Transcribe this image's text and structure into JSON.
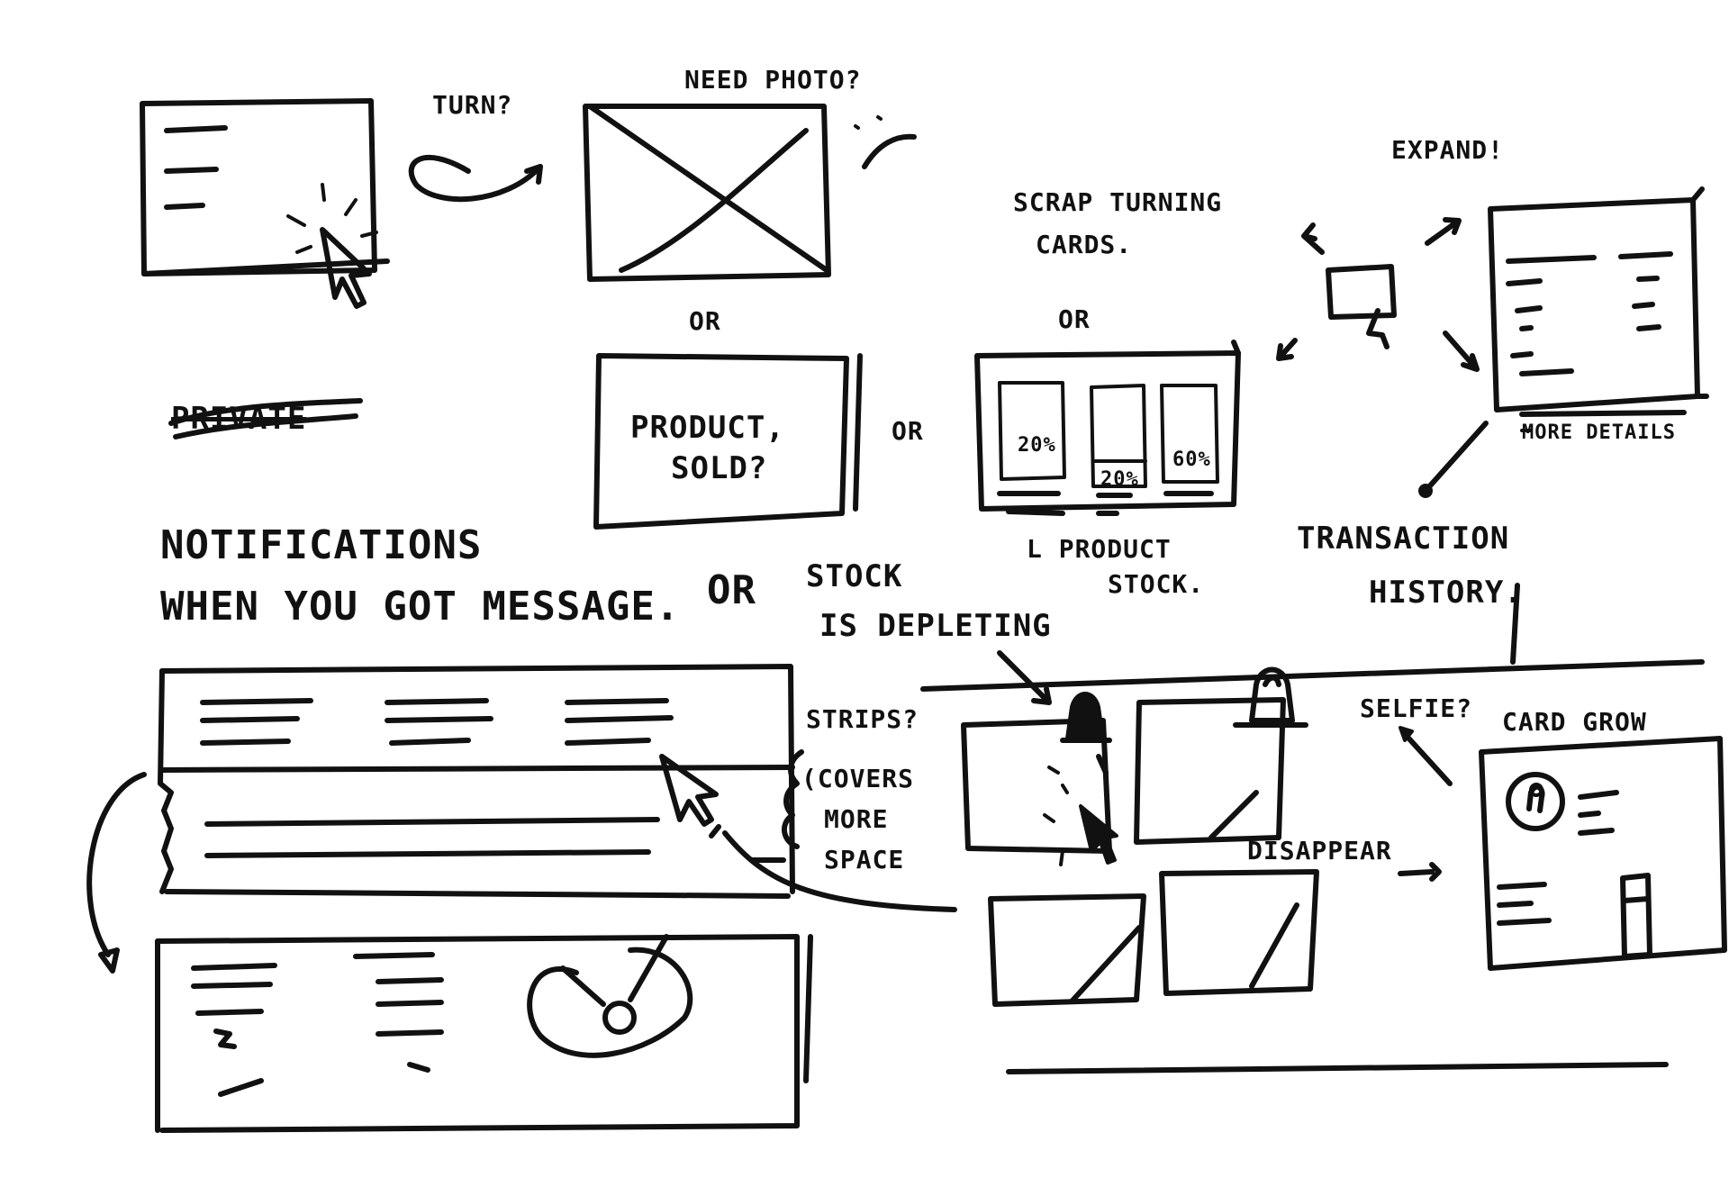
{
  "notes": {
    "turn": "TURN?",
    "need_photo": "NEED PHOTO?",
    "scrap_turning_cards_1": "SCRAP TURNING",
    "scrap_turning_cards_2": "CARDS.",
    "expand": "EXPAND!",
    "or_1": "OR",
    "or_2": "OR",
    "or_3": "OR",
    "product_sold_1": "PRODUCT,",
    "product_sold_2": "SOLD?",
    "product_stock_1": "L PRODUCT",
    "product_stock_2": "STOCK.",
    "more_details": "MORE DETAILS",
    "transaction_history_1": "TRANSACTION",
    "transaction_history_2": "HISTORY.",
    "notifications": "NOTIFICATIONS",
    "when_message": "WHEN YOU GOT MESSAGE.",
    "or_big": "OR",
    "stock_1": "STOCK",
    "stock_2": "IS DEPLETING",
    "strips": "STRIPS?",
    "covers_1": "(COVERS",
    "covers_2": "MORE",
    "covers_3": "SPACE",
    "disappear": "DISAPPEAR",
    "selfie": "SELFIE?",
    "card_grow": "CARD GROW"
  },
  "card_values": {
    "val_1": "20%",
    "val_2": "20%",
    "val_3": "60%"
  },
  "crossed_out": "PRIVATE",
  "ink_color": "#111111"
}
